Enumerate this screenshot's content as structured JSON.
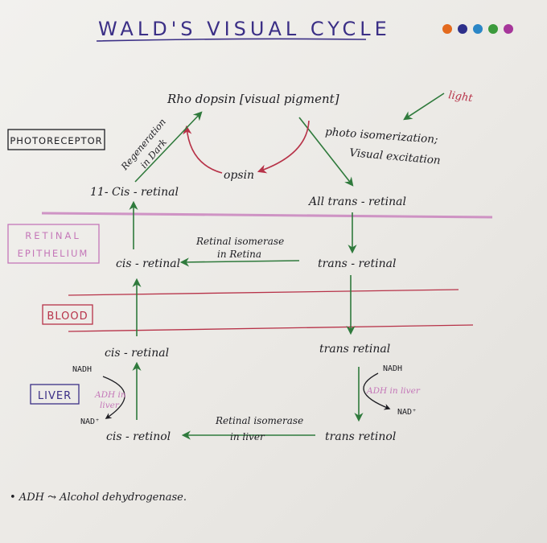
{
  "title": "WALD'S VISUAL CYCLE",
  "colors": {
    "ink": "#1d1d22",
    "green": "#2f7a3c",
    "red": "#b73248",
    "pink": "#c476b8",
    "purple": "#3b2f86",
    "teal": "#2f7d8a",
    "dots": [
      "#e36a1e",
      "#2d2f8a",
      "#2b86c6",
      "#3c9a3c",
      "#a6369a"
    ]
  },
  "regions": {
    "photoreceptor": "PHOTORECEPTOR",
    "retinal_epithelium_line1": "RETINAL",
    "retinal_epithelium_line2": "EPITHELIUM",
    "blood": "BLOOD",
    "liver": "LIVER"
  },
  "nodes": {
    "rhodopsin": "Rho dopsin [visual pigment]",
    "opsin": "opsin",
    "eleven_cis_retinal": "11- Cis - retinal",
    "all_trans_retinal": "All trans - retinal",
    "cis_retinal_epi": "cis - retinal",
    "trans_retinal_epi": "trans - retinal",
    "cis_retinal_liver": "cis - retinal",
    "trans_retinal_liver": "trans retinal",
    "cis_retinol": "cis - retinol",
    "trans_retinol": "trans retinol"
  },
  "labels": {
    "light": "light",
    "photoisomerization": "photo isomerization;",
    "visual_excitation": "Visual excitation",
    "regeneration_line1": "Regeneration",
    "regeneration_line2": "in Dark",
    "isomerase_retina_line1": "Retinal isomerase",
    "isomerase_retina_line2": "in Retina",
    "isomerase_liver_line1": "Retinal isomerase",
    "isomerase_liver_line2": "in liver",
    "nadh_left": "NADH",
    "nad_left": "NAD⁺",
    "adh_left_line1": "ADH in",
    "adh_left_line2": "liver",
    "nadh_right": "NADH",
    "nad_right": "NAD⁺",
    "adh_right": "ADH in liver"
  },
  "footnote": "• ADH ⤳ Alcohol dehydrogenase."
}
